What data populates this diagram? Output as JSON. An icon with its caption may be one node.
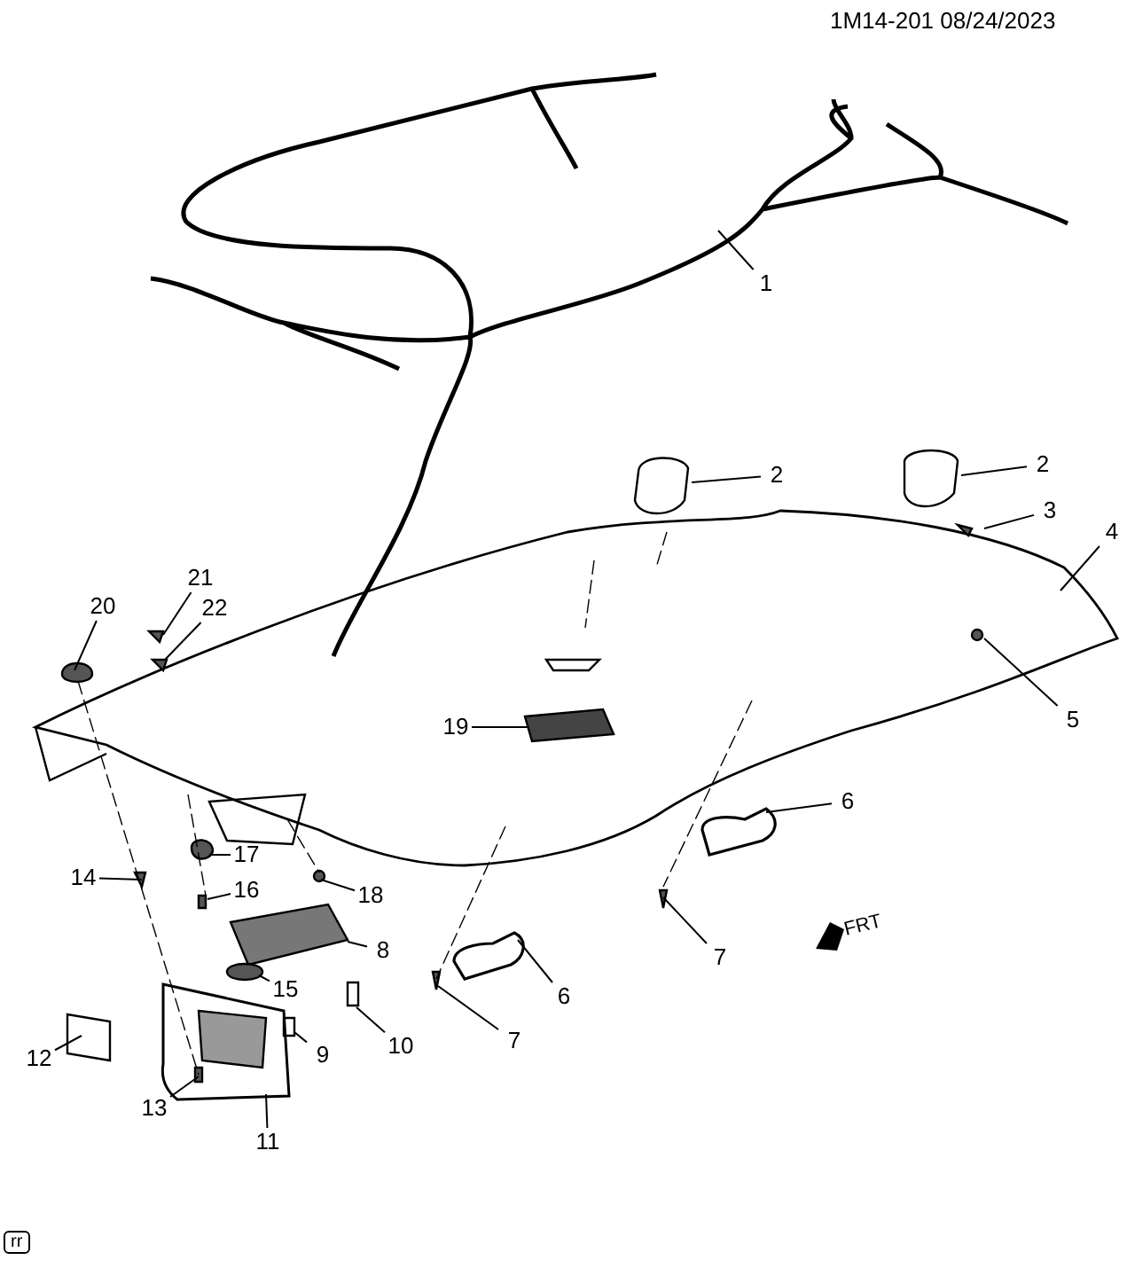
{
  "diagram": {
    "nodes": [
      {
        "text": [
          "1"
        ]
      },
      {
        "text": [
          "2"
        ]
      },
      {
        "text": [
          "2"
        ]
      },
      {
        "text": [
          "3"
        ]
      },
      {
        "text": [
          "4"
        ]
      },
      {
        "text": [
          "5"
        ]
      },
      {
        "text": [
          "6"
        ]
      },
      {
        "text": [
          "7"
        ]
      },
      {
        "text": [
          "6"
        ]
      },
      {
        "text": [
          "7"
        ]
      },
      {
        "text": [
          "8"
        ]
      },
      {
        "text": [
          "9"
        ]
      },
      {
        "text": [
          "10"
        ]
      },
      {
        "text": [
          "11"
        ]
      },
      {
        "text": [
          "12"
        ]
      },
      {
        "text": [
          "13"
        ]
      },
      {
        "text": [
          "14"
        ]
      },
      {
        "text": [
          "15"
        ]
      },
      {
        "text": [
          "16"
        ]
      },
      {
        "text": [
          "17"
        ]
      },
      {
        "text": [
          "18"
        ]
      },
      {
        "text": [
          "19"
        ]
      },
      {
        "text": [
          "20"
        ]
      },
      {
        "text": [
          "21"
        ]
      },
      {
        "text": [
          "22"
        ]
      }
    ],
    "edges": [
      {
        "from": 0,
        "to": null,
        "arrow": "none"
      },
      {
        "from": 1,
        "to": null,
        "arrow": "none"
      },
      {
        "from": 2,
        "to": null,
        "arrow": "none"
      },
      {
        "from": 3,
        "to": null,
        "arrow": "none"
      },
      {
        "from": 4,
        "to": null,
        "arrow": "none"
      },
      {
        "from": 5,
        "to": null,
        "arrow": "none"
      },
      {
        "from": 6,
        "to": null,
        "arrow": "none"
      },
      {
        "from": 7,
        "to": null,
        "arrow": "none"
      },
      {
        "from": 8,
        "to": null,
        "arrow": "none"
      },
      {
        "from": 9,
        "to": null,
        "arrow": "none"
      },
      {
        "from": 10,
        "to": null,
        "arrow": "none"
      },
      {
        "from": 11,
        "to": null,
        "arrow": "none"
      },
      {
        "from": 12,
        "to": null,
        "arrow": "none"
      },
      {
        "from": 13,
        "to": null,
        "arrow": "none"
      },
      {
        "from": 14,
        "to": null,
        "arrow": "none"
      },
      {
        "from": 15,
        "to": null,
        "arrow": "none"
      },
      {
        "from": 16,
        "to": null,
        "arrow": "none"
      },
      {
        "from": 17,
        "to": null,
        "arrow": "none"
      },
      {
        "from": 18,
        "to": null,
        "arrow": "none"
      },
      {
        "from": 19,
        "to": null,
        "arrow": "none"
      },
      {
        "from": 20,
        "to": null,
        "arrow": "none"
      },
      {
        "from": 21,
        "to": null,
        "arrow": "none"
      },
      {
        "from": 22,
        "to": null,
        "arrow": "none"
      },
      {
        "from": 23,
        "to": null,
        "arrow": "none"
      },
      {
        "from": 24,
        "to": null,
        "arrow": "none"
      }
    ],
    "labels": [
      "1M14-201 08/24/2023",
      "FRT",
      "rr"
    ]
  }
}
